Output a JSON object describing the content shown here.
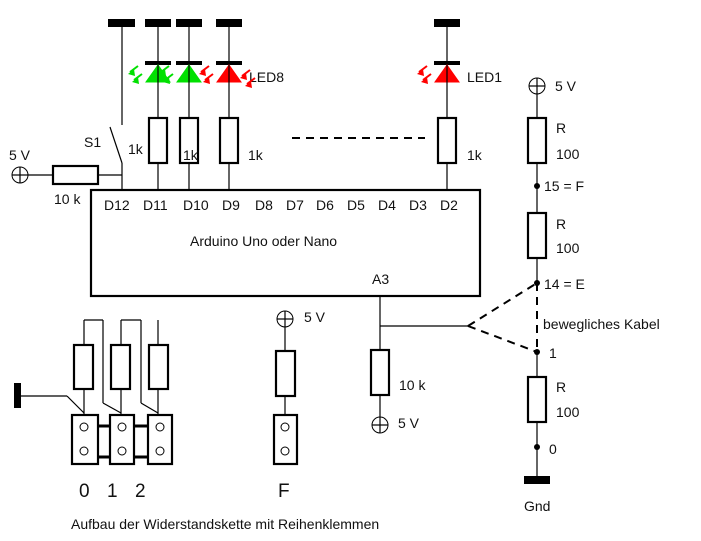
{
  "diagram": {
    "caption": "Aufbau der Widerstandskette mit Reihenklemmen",
    "colors": {
      "led_green": "#00e000",
      "led_red": "#ff0000",
      "line": "#000000"
    },
    "arduino": {
      "label": "Arduino Uno oder Nano",
      "pins": [
        "D12",
        "D11",
        "D10",
        "D9",
        "D8",
        "D7",
        "D6",
        "D5",
        "D4",
        "D3",
        "D2"
      ],
      "analog_pin": "A3"
    },
    "switch": {
      "label": "S1"
    },
    "pullup_left": {
      "supply": "5 V",
      "value": "10 k"
    },
    "leds": [
      {
        "pin": "D11",
        "color": "green",
        "resistor": "1k",
        "label": ""
      },
      {
        "pin": "D10",
        "color": "green",
        "resistor": "1k",
        "label": ""
      },
      {
        "pin": "D9",
        "color": "red",
        "resistor": "1k",
        "label": "LED8"
      },
      {
        "pin": "D2",
        "color": "red",
        "resistor": "1k",
        "label": "LED1"
      }
    ],
    "ladder": {
      "supply": "5 V",
      "resistors": [
        {
          "name": "R",
          "value": "100"
        },
        {
          "name": "R",
          "value": "100"
        },
        {
          "name": "R",
          "value": "100"
        }
      ],
      "taps": [
        "15 = F",
        "14 = E",
        "1",
        "0"
      ],
      "ground": "Gnd",
      "cable_label": "bewegliches Kabel"
    },
    "a3_pulldown": {
      "value": "10 k",
      "supply": "5 V"
    },
    "terminal_block": {
      "labels": [
        "0",
        "1",
        "2"
      ]
    },
    "terminal_f": {
      "supply": "5 V",
      "label": "F"
    }
  }
}
